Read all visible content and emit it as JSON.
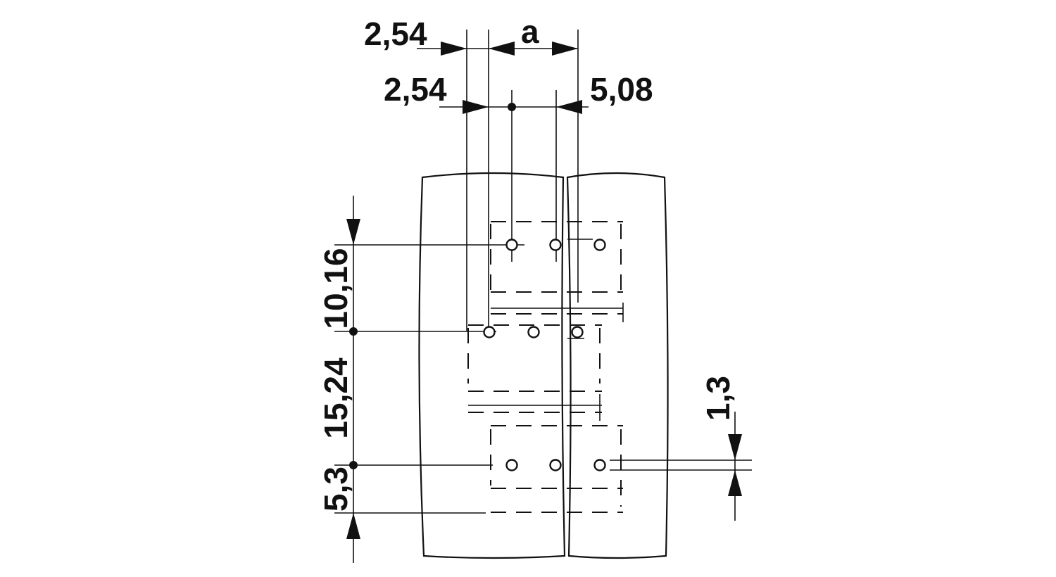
{
  "dimensions": {
    "top_pitch": "2,54",
    "top_a": "a",
    "mid_pitch": "2,54",
    "mid_right": "5,08",
    "v_upper": "10,16",
    "v_middle": "15,24",
    "v_lower": "5,3",
    "hole_diameter": "1,3"
  }
}
